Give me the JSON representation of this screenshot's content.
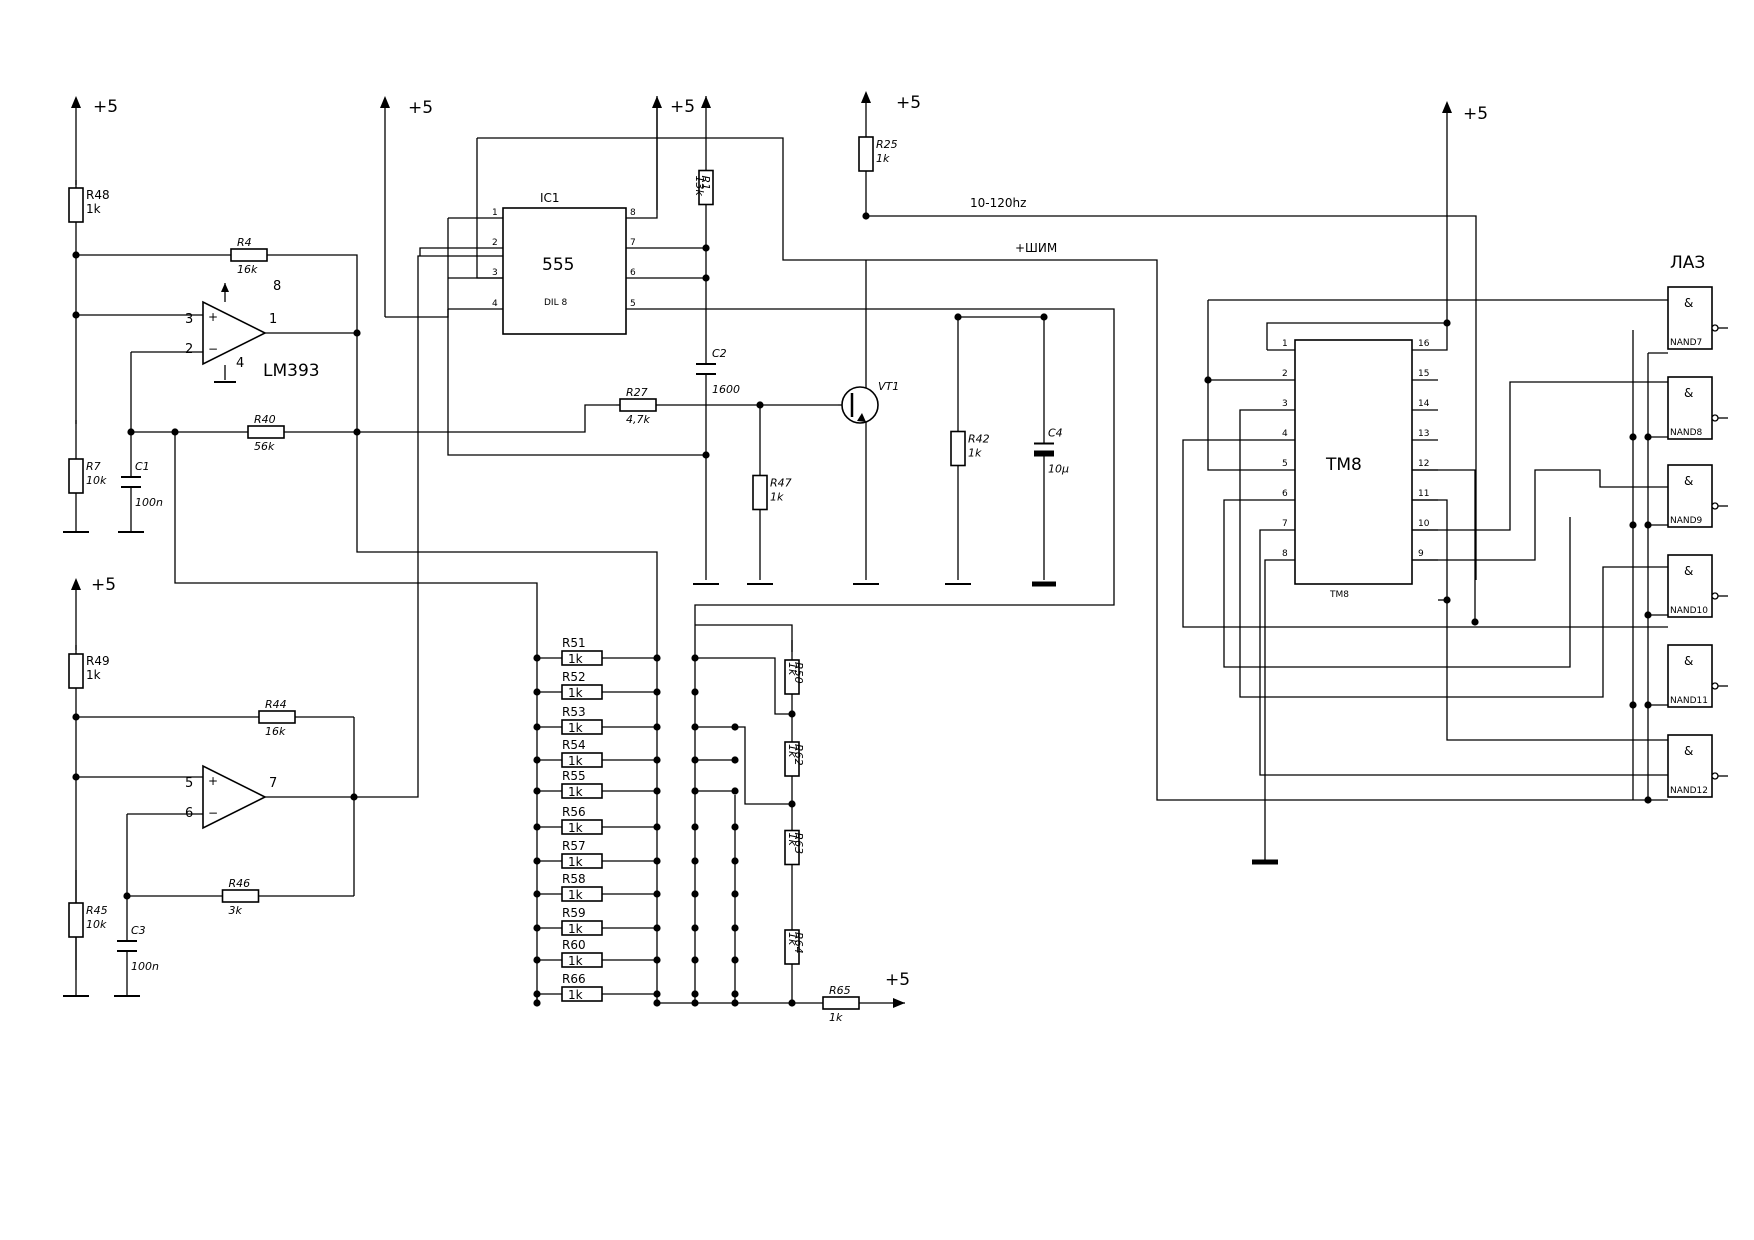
{
  "supply": {
    "label": "+5"
  },
  "ic1": {
    "name": "IC1",
    "type": "555",
    "package": "DIL 8",
    "pins": [
      "1",
      "2",
      "3",
      "4",
      "8",
      "7",
      "6",
      "5"
    ]
  },
  "comparator": {
    "name": "LM393",
    "supply_pin": "8",
    "ground_pin": "4",
    "u1_pins": {
      "plus": "3",
      "minus": "2",
      "out": "1"
    },
    "u2_pins": {
      "plus": "5",
      "minus": "6",
      "out": "7"
    },
    "plus_sign": "+",
    "minus_sign": "−"
  },
  "tm8": {
    "name": "TM8",
    "footer": "TM8",
    "left_pins": [
      "1",
      "2",
      "3",
      "4",
      "5",
      "6",
      "7",
      "8"
    ],
    "right_pins": [
      "16",
      "15",
      "14",
      "13",
      "12",
      "11",
      "10",
      "9"
    ]
  },
  "la3": {
    "name": "ЛАЗ",
    "symbol": "&",
    "gates": [
      "NAND7",
      "NAND8",
      "NAND9",
      "NAND10",
      "NAND11",
      "NAND12"
    ]
  },
  "nets": {
    "freq": "10-120hz",
    "pwm": "+ШИМ"
  },
  "transistor": {
    "name": "VT1"
  },
  "components": {
    "R48": {
      "ref": "R48",
      "value": "1k"
    },
    "R4": {
      "ref": "R4",
      "value": "16k"
    },
    "R7": {
      "ref": "R7",
      "value": "10k"
    },
    "C1": {
      "ref": "C1",
      "value": "100n"
    },
    "R40": {
      "ref": "R40",
      "value": "56k"
    },
    "R49": {
      "ref": "R49",
      "value": "1k"
    },
    "R44": {
      "ref": "R44",
      "value": "16k"
    },
    "R45": {
      "ref": "R45",
      "value": "10k"
    },
    "C3": {
      "ref": "C3",
      "value": "100n"
    },
    "R46": {
      "ref": "R46",
      "value": "3k"
    },
    "R1": {
      "ref": "R1",
      "value": "13k"
    },
    "C2": {
      "ref": "C2",
      "value": "1600"
    },
    "R27": {
      "ref": "R27",
      "value": "4,7k"
    },
    "R47": {
      "ref": "R47",
      "value": "1k"
    },
    "R25": {
      "ref": "R25",
      "value": "1k"
    },
    "R42": {
      "ref": "R42",
      "value": "1k"
    },
    "C4": {
      "ref": "C4",
      "value": "10μ"
    },
    "R50": {
      "ref": "R50",
      "value": "1k"
    },
    "R62": {
      "ref": "R62",
      "value": "1k"
    },
    "R63": {
      "ref": "R63",
      "value": "1k"
    },
    "R64": {
      "ref": "R64",
      "value": "1k"
    },
    "R65": {
      "ref": "R65",
      "value": "1k"
    }
  },
  "ladder": [
    {
      "ref": "R51",
      "value": "1k"
    },
    {
      "ref": "R52",
      "value": "1k"
    },
    {
      "ref": "R53",
      "value": "1k"
    },
    {
      "ref": "R54",
      "value": "1k"
    },
    {
      "ref": "R55",
      "value": "1k"
    },
    {
      "ref": "R56",
      "value": "1k"
    },
    {
      "ref": "R57",
      "value": "1k"
    },
    {
      "ref": "R58",
      "value": "1k"
    },
    {
      "ref": "R59",
      "value": "1k"
    },
    {
      "ref": "R60",
      "value": "1k"
    },
    {
      "ref": "R66",
      "value": "1k"
    }
  ]
}
